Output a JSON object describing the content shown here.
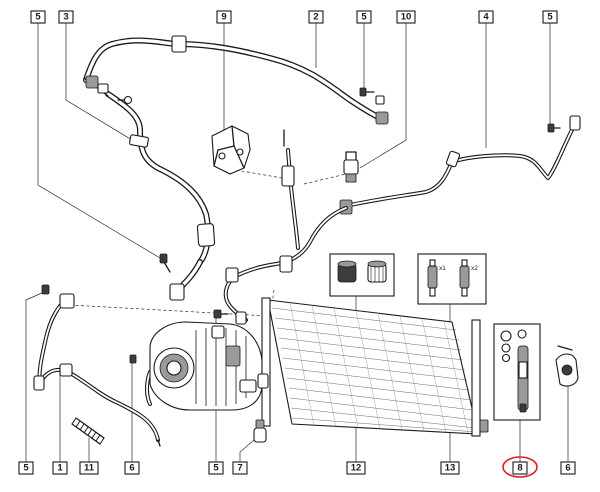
{
  "callouts": [
    {
      "id": "c-top-5-left",
      "label": "5"
    },
    {
      "id": "c-top-3",
      "label": "3"
    },
    {
      "id": "c-top-9",
      "label": "9"
    },
    {
      "id": "c-top-2",
      "label": "2"
    },
    {
      "id": "c-top-5-mid",
      "label": "5"
    },
    {
      "id": "c-top-10",
      "label": "10"
    },
    {
      "id": "c-top-4",
      "label": "4"
    },
    {
      "id": "c-top-5-right",
      "label": "5"
    },
    {
      "id": "c-bot-5-a",
      "label": "5"
    },
    {
      "id": "c-bot-1",
      "label": "1"
    },
    {
      "id": "c-bot-11",
      "label": "11"
    },
    {
      "id": "c-bot-6",
      "label": "6"
    },
    {
      "id": "c-bot-5-b",
      "label": "5"
    },
    {
      "id": "c-bot-7",
      "label": "7"
    },
    {
      "id": "c-bot-12",
      "label": "12"
    },
    {
      "id": "c-bot-13",
      "label": "13"
    },
    {
      "id": "c-bot-8",
      "label": "8"
    },
    {
      "id": "c-bot-6-right",
      "label": "6"
    }
  ],
  "valve_quantities": {
    "first": "x1",
    "second": "x2"
  },
  "highlighted_part": "8",
  "colors": {
    "ink": "#1a1a1a",
    "highlight": "#e0191e",
    "background": "#ffffff"
  }
}
